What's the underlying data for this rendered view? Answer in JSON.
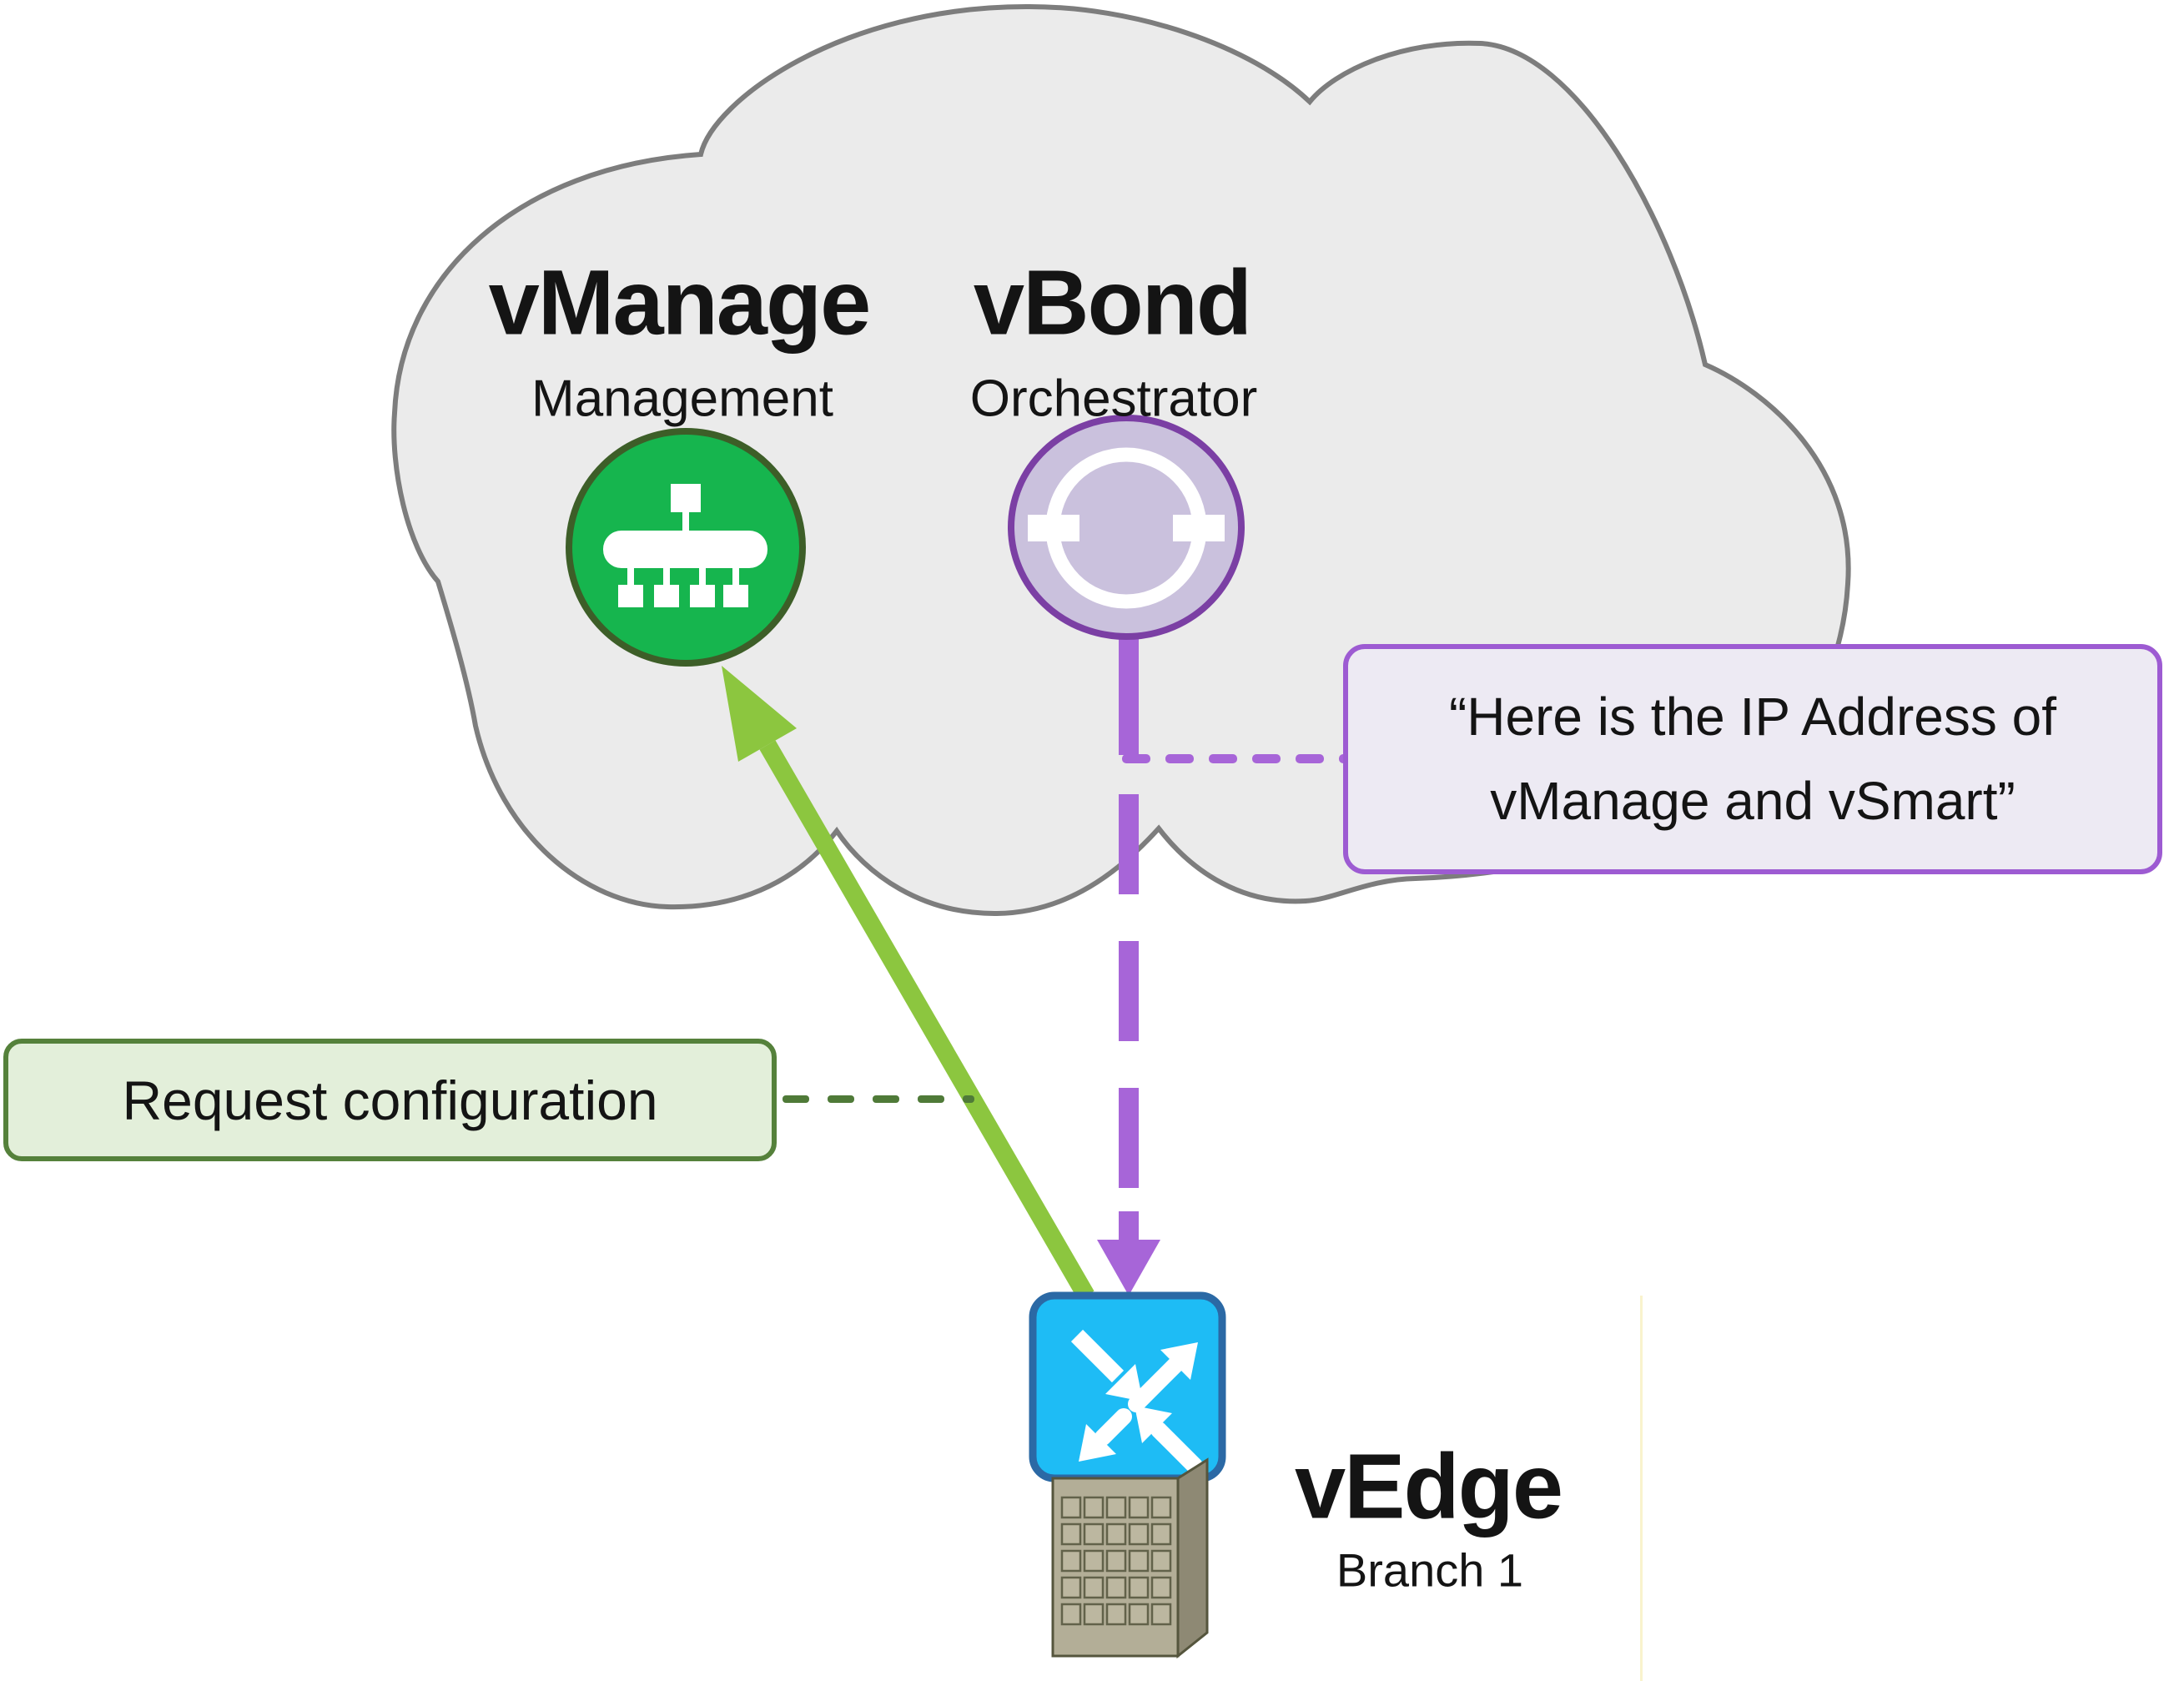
{
  "nodes": {
    "vmanage": {
      "title": "vManage",
      "subtitle": "Management"
    },
    "vbond": {
      "title": "vBond",
      "subtitle": "Orchestrator"
    },
    "vedge": {
      "title": "vEdge",
      "subtitle": "Branch 1"
    }
  },
  "callouts": {
    "vbond_message": {
      "line1": "“Here is the IP Address of",
      "line2": "vManage and vSmart”"
    },
    "request_configuration": {
      "label": "Request configuration"
    }
  },
  "icons": {
    "vmanage": "management-hub-icon",
    "vbond": "orchestrator-ring-icon",
    "vedge": "router-arrows-icon",
    "branch": "building-icon"
  },
  "colors": {
    "cloud_fill": "#ebebeb",
    "cloud_stroke": "#7d7d7d",
    "vmanage_fill": "#16b54e",
    "vmanage_stroke": "#3d5e28",
    "vbond_fill": "#cac1dd",
    "vbond_stroke": "#7b3fa4",
    "purple_arrow": "#a765d8",
    "green_arrow": "#8cc63f",
    "green_dash": "#4f7a38",
    "purple_box_border": "#9d5bd2",
    "purple_box_fill": "#edeaf3",
    "green_box_border": "#55813b",
    "green_box_fill": "#e3efda",
    "router_fill": "#1ebcf5",
    "router_stroke": "#2b69a5",
    "building_front": "#b3ae97",
    "building_side": "#8e8974",
    "building_outline": "#55553d",
    "window_fill": "#bcb7a0",
    "window_stroke": "#62624a"
  }
}
